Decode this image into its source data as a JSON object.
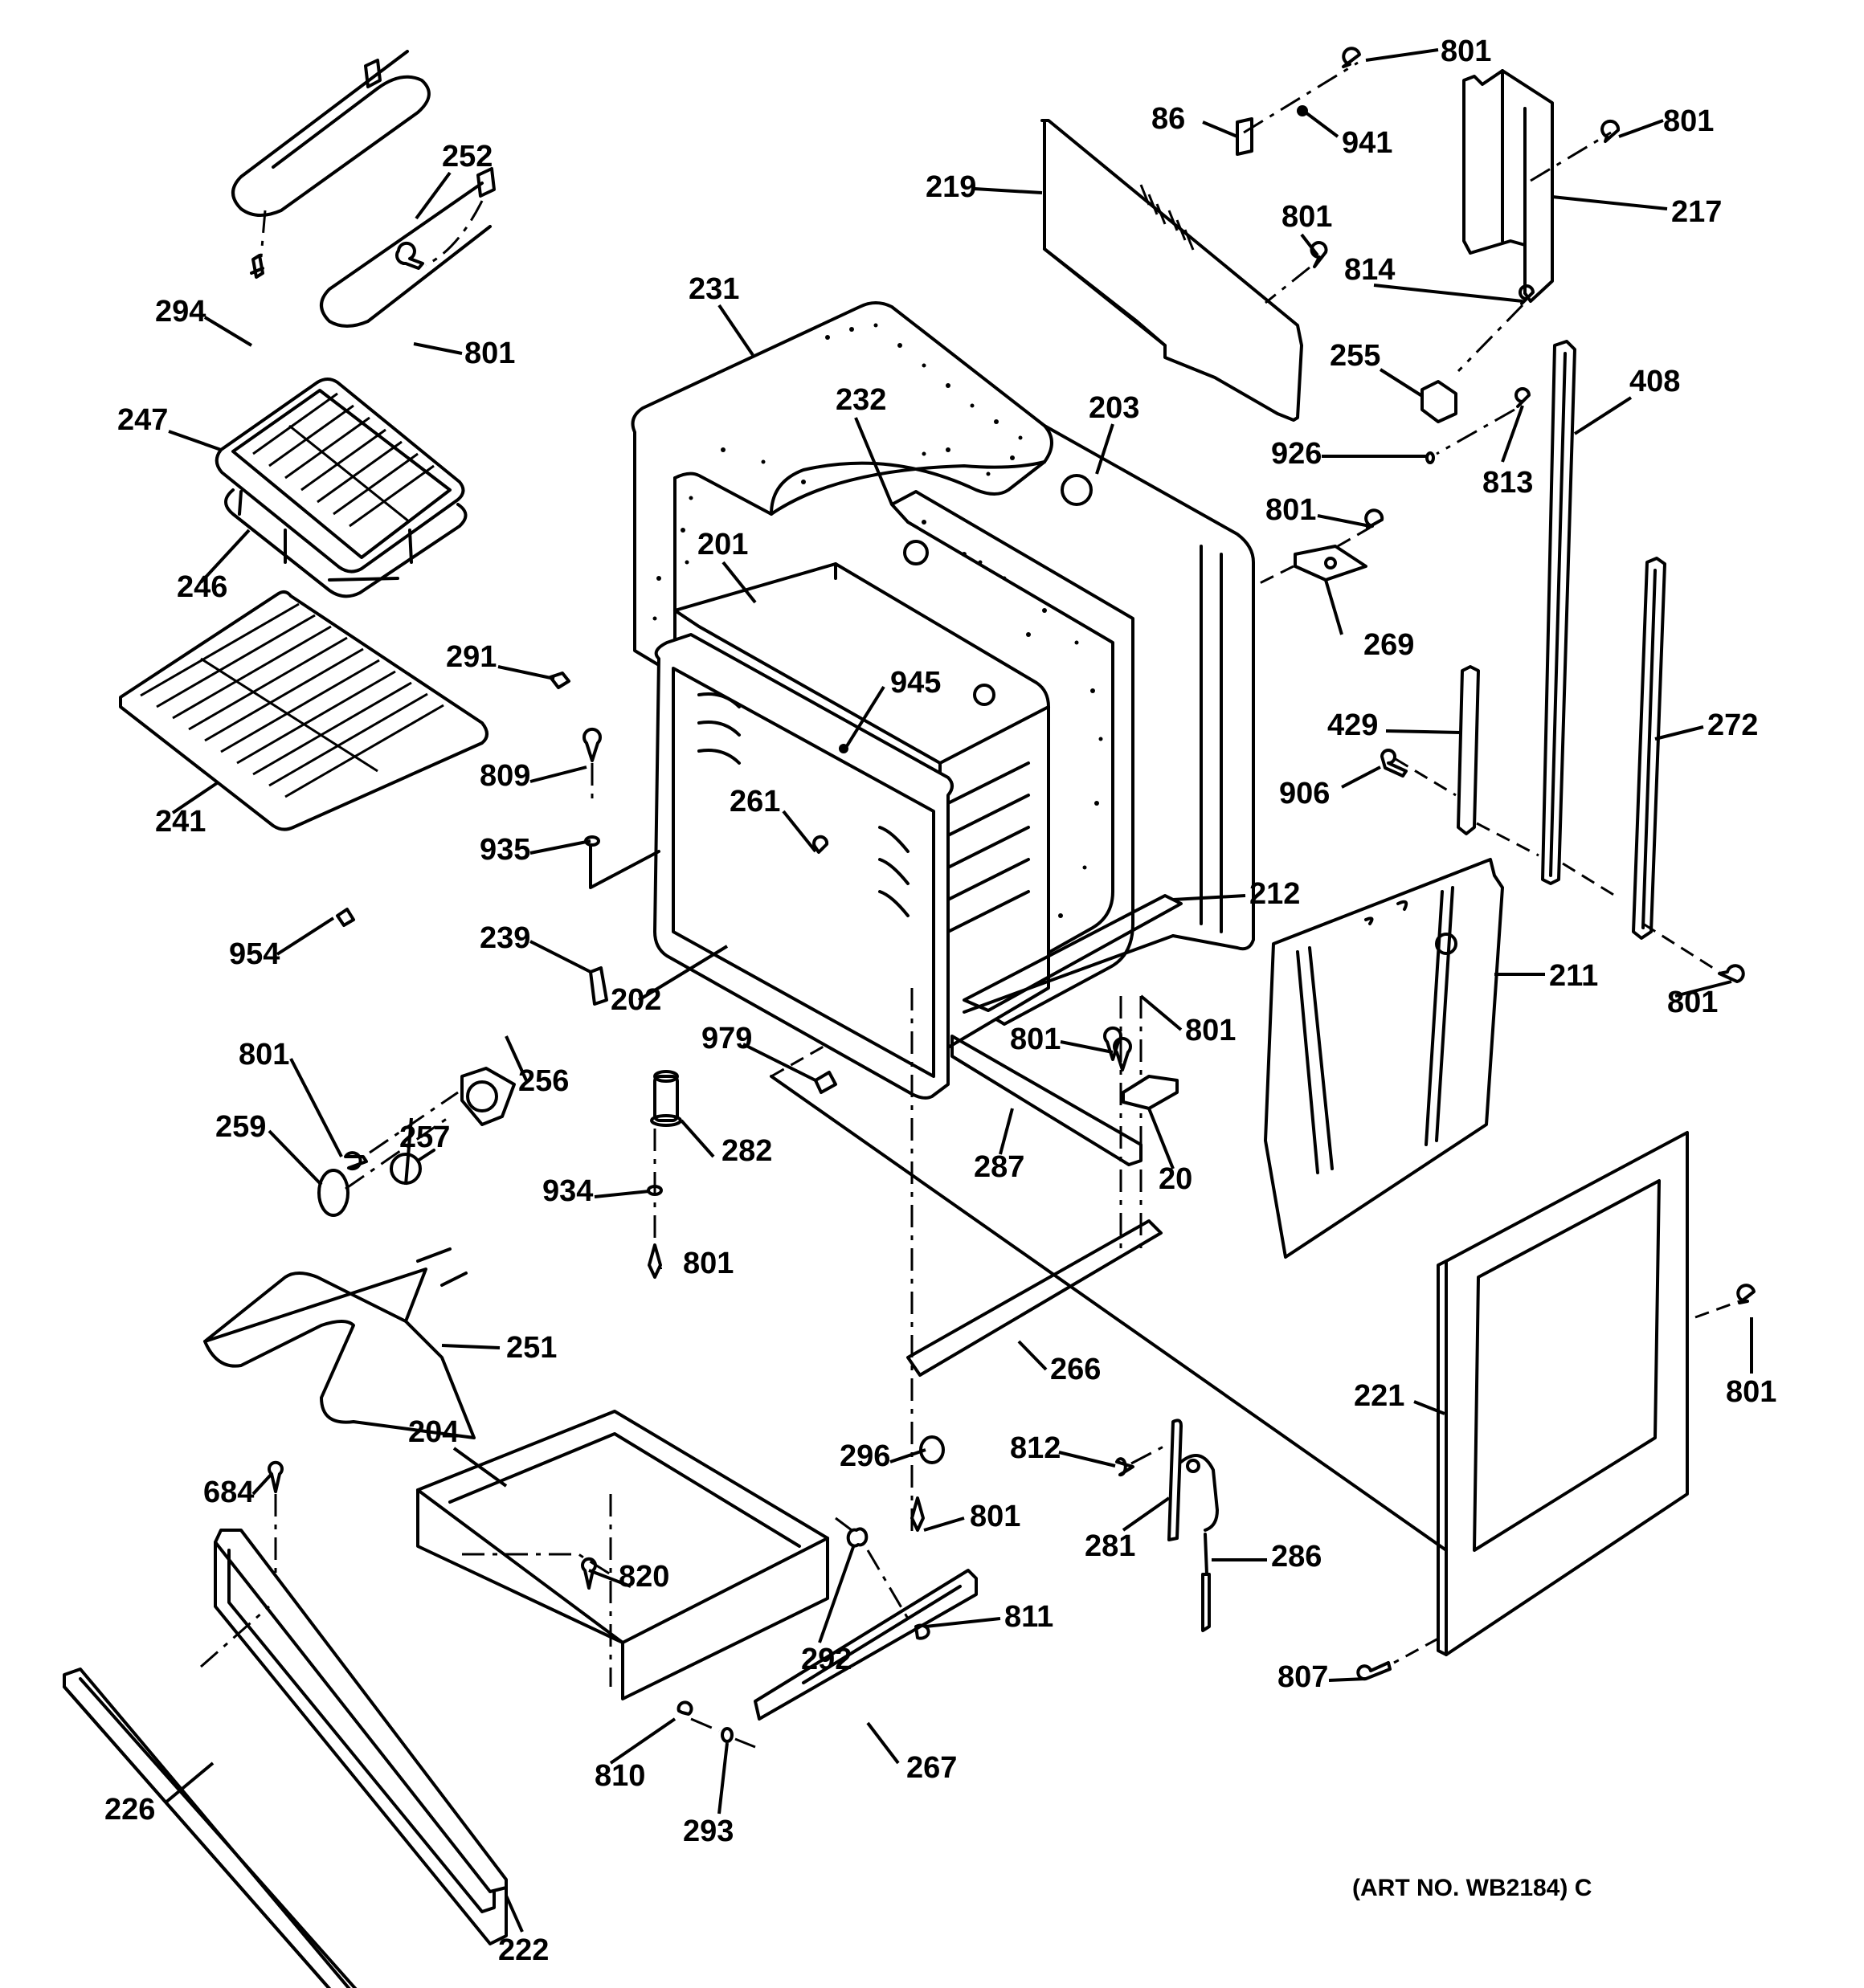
{
  "diagram": {
    "title": "Oven body exploded parts view",
    "art_number": "(ART NO. WB2184) C",
    "callouts": [
      {
        "id": "c801a",
        "label": "801"
      },
      {
        "id": "c86",
        "label": "86"
      },
      {
        "id": "c941",
        "label": "941"
      },
      {
        "id": "c801b",
        "label": "801"
      },
      {
        "id": "c219",
        "label": "219"
      },
      {
        "id": "c217",
        "label": "217"
      },
      {
        "id": "c801c",
        "label": "801"
      },
      {
        "id": "c252",
        "label": "252"
      },
      {
        "id": "c294",
        "label": "294"
      },
      {
        "id": "c801d",
        "label": "801"
      },
      {
        "id": "c231",
        "label": "231"
      },
      {
        "id": "c814",
        "label": "814"
      },
      {
        "id": "c255",
        "label": "255"
      },
      {
        "id": "c408",
        "label": "408"
      },
      {
        "id": "c247",
        "label": "247"
      },
      {
        "id": "c232",
        "label": "232"
      },
      {
        "id": "c203",
        "label": "203"
      },
      {
        "id": "c926",
        "label": "926"
      },
      {
        "id": "c813",
        "label": "813"
      },
      {
        "id": "c801e",
        "label": "801"
      },
      {
        "id": "c246",
        "label": "246"
      },
      {
        "id": "c201",
        "label": "201"
      },
      {
        "id": "c269",
        "label": "269"
      },
      {
        "id": "c291",
        "label": "291"
      },
      {
        "id": "c945",
        "label": "945"
      },
      {
        "id": "c429",
        "label": "429"
      },
      {
        "id": "c272",
        "label": "272"
      },
      {
        "id": "c809",
        "label": "809"
      },
      {
        "id": "c906",
        "label": "906"
      },
      {
        "id": "c241",
        "label": "241"
      },
      {
        "id": "c261",
        "label": "261"
      },
      {
        "id": "c935",
        "label": "935"
      },
      {
        "id": "c212",
        "label": "212"
      },
      {
        "id": "c954",
        "label": "954"
      },
      {
        "id": "c239",
        "label": "239"
      },
      {
        "id": "c211",
        "label": "211"
      },
      {
        "id": "c202",
        "label": "202"
      },
      {
        "id": "c801f",
        "label": "801"
      },
      {
        "id": "c801g",
        "label": "801"
      },
      {
        "id": "c801h",
        "label": "801"
      },
      {
        "id": "c979",
        "label": "979"
      },
      {
        "id": "c801i",
        "label": "801"
      },
      {
        "id": "c256",
        "label": "256"
      },
      {
        "id": "c259",
        "label": "259"
      },
      {
        "id": "c257",
        "label": "257"
      },
      {
        "id": "c282",
        "label": "282"
      },
      {
        "id": "c287",
        "label": "287"
      },
      {
        "id": "c20",
        "label": "20"
      },
      {
        "id": "c934",
        "label": "934"
      },
      {
        "id": "c801j",
        "label": "801"
      },
      {
        "id": "c251",
        "label": "251"
      },
      {
        "id": "c266",
        "label": "266"
      },
      {
        "id": "c221",
        "label": "221"
      },
      {
        "id": "c801k",
        "label": "801"
      },
      {
        "id": "c204",
        "label": "204"
      },
      {
        "id": "c296",
        "label": "296"
      },
      {
        "id": "c812",
        "label": "812"
      },
      {
        "id": "c684",
        "label": "684"
      },
      {
        "id": "c801l",
        "label": "801"
      },
      {
        "id": "c281",
        "label": "281"
      },
      {
        "id": "c286",
        "label": "286"
      },
      {
        "id": "c820",
        "label": "820"
      },
      {
        "id": "c811",
        "label": "811"
      },
      {
        "id": "c292",
        "label": "292"
      },
      {
        "id": "c807",
        "label": "807"
      },
      {
        "id": "c810",
        "label": "810"
      },
      {
        "id": "c267",
        "label": "267"
      },
      {
        "id": "c226",
        "label": "226"
      },
      {
        "id": "c293",
        "label": "293"
      },
      {
        "id": "c222",
        "label": "222"
      }
    ]
  }
}
